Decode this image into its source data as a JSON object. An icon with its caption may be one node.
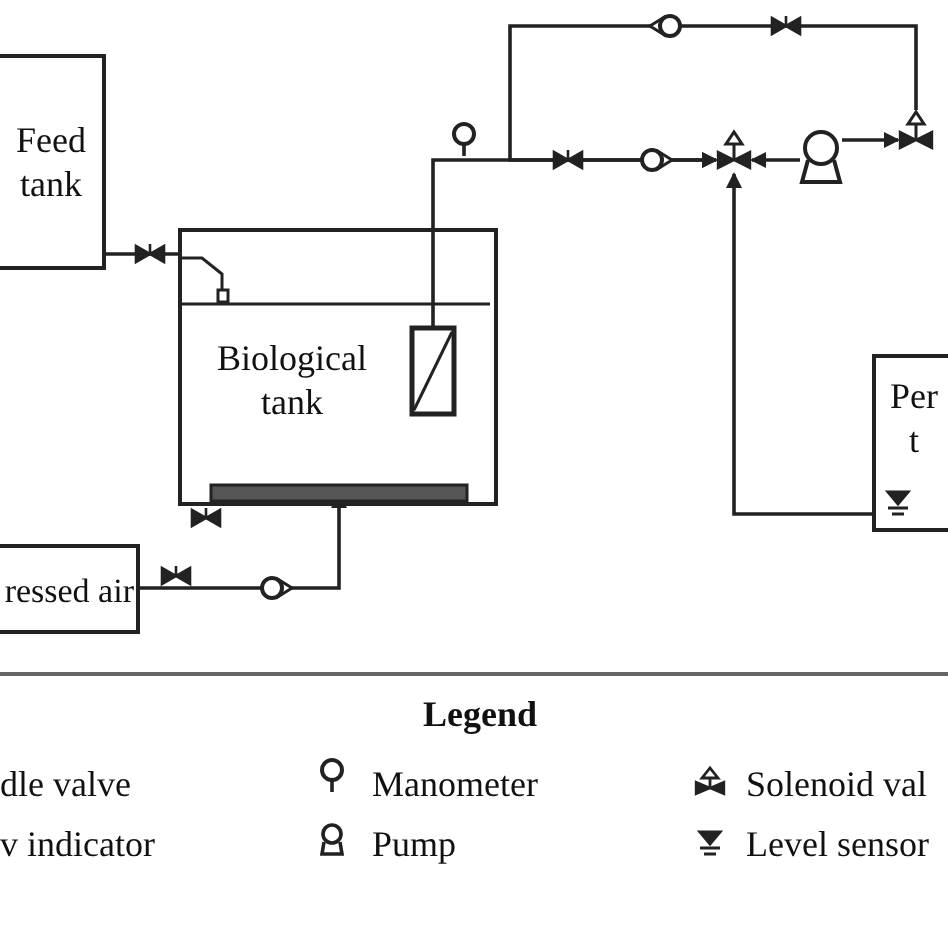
{
  "diagram": {
    "nodes": [
      {
        "text": [
          "Feed tank"
        ]
      },
      {
        "text": [
          "Biological tank"
        ]
      },
      {
        "text": [],
        "shape": "box",
        "in": 1
      },
      {
        "text": [],
        "shape": "bar",
        "in": 1
      },
      {
        "text": [
          "ressed air"
        ]
      },
      {
        "text": [],
        "shape": "valve"
      },
      {
        "text": [],
        "shape": "pump"
      },
      {
        "text": [],
        "shape": "valve"
      },
      {
        "text": [
          "Per t"
        ]
      }
    ],
    "edges": [
      {
        "from": 0,
        "to": 1,
        "arrow": "none"
      },
      {
        "from": 4,
        "to": 3,
        "arrow": "to"
      },
      {
        "from": 2,
        "to": 5,
        "arrow": "to"
      },
      {
        "from": 6,
        "to": 5,
        "arrow": "to"
      },
      {
        "from": 8,
        "to": 5,
        "arrow": "to"
      },
      {
        "from": 6,
        "to": 7,
        "arrow": "to"
      },
      {
        "from": 7,
        "to": 5,
        "arrow": "to"
      }
    ],
    "labels": [
      "Legend"
    ],
    "legend": [
      {
        "text": "dle valve"
      },
      {
        "text": "v indicator"
      },
      {
        "text": "Manometer"
      },
      {
        "text": "Pump"
      },
      {
        "text": "Solenoid val"
      },
      {
        "text": "Level sensor"
      }
    ]
  }
}
